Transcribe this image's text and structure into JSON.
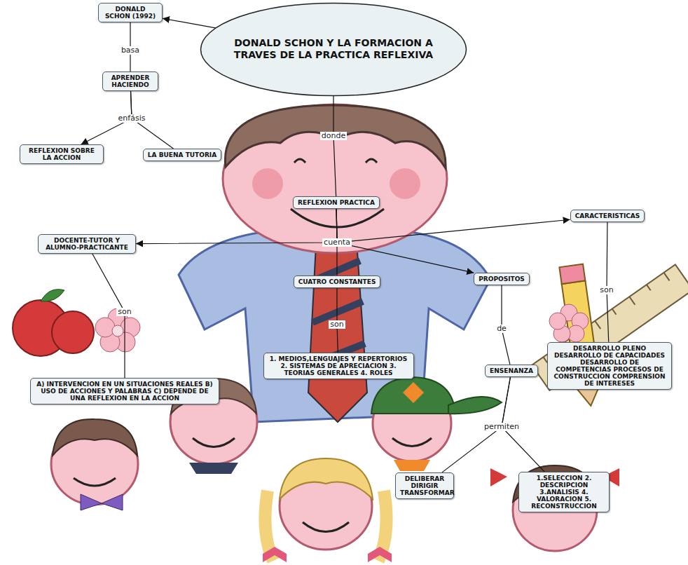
{
  "diagram": {
    "nodes": [
      {
        "text": [
          "DONALD SCHON Y LA FORMACION A TRAVES DE LA PRACTICA REFLEXIVA"
        ]
      },
      {
        "text": [
          "DONALD SCHON (1992)"
        ]
      },
      {
        "text": [
          "APRENDER HACIENDO"
        ]
      },
      {
        "text": [
          "REFLEXION SOBRE LA ACCION"
        ]
      },
      {
        "text": [
          "LA BUENA TUTORIA"
        ]
      },
      {
        "text": [
          "REFLEXION PRACTICA"
        ]
      },
      {
        "text": [
          "CARACTERISTICAS"
        ]
      },
      {
        "text": [
          "DOCENTE-TUTOR Y ALUMNO-PRACTICANTE"
        ]
      },
      {
        "text": [
          "CUATRO CONSTANTES"
        ]
      },
      {
        "text": [
          "PROPOSITOS"
        ]
      },
      {
        "text": [
          "1. MEDIOS,LENGUAJES Y REPERTORIOS 2. SISTEMAS DE APRECIACION 3. TEORIAS GENERALES 4. ROLES"
        ]
      },
      {
        "text": [
          "DESARROLLO PLENO DESARROLLO DE CAPACIDADES DESARROLLO DE COMPETENCIAS PROCESOS DE CONSTRUCCION COMPRENSION DE INTERESES"
        ]
      },
      {
        "text": [
          "ENSENANZA"
        ]
      },
      {
        "text": [
          "A) INTERVENCION EN UN SITUACIONES REALES B) USO DE ACCIONES Y PALABRAS C) DEPENDE DE UNA REFLEXION EN LA ACCION"
        ]
      },
      {
        "text": [
          "DELIBERAR DIRIGIR TRANSFORMAR"
        ]
      },
      {
        "text": [
          "1.SELECCION 2. DESCRIPCION 3.ANALISIS 4. VALORACION 5. RECONSTRUCCION"
        ]
      }
    ],
    "edges": [
      {
        "from": 0,
        "to": 1,
        "arrow": "to"
      },
      {
        "from": 1,
        "to": 2,
        "label": "basa",
        "arrow": "none"
      },
      {
        "from": 2,
        "to": 3,
        "label": "enfásis",
        "arrow": "to"
      },
      {
        "from": 2,
        "to": 4,
        "arrow": "none"
      },
      {
        "from": 0,
        "to": 5,
        "label": "donde",
        "arrow": "none"
      },
      {
        "from": 5,
        "to": 7,
        "label": "cuenta",
        "arrow": "to"
      },
      {
        "from": 5,
        "to": 6,
        "arrow": "to"
      },
      {
        "from": 5,
        "to": 9,
        "arrow": "to"
      },
      {
        "from": 5,
        "to": 8,
        "arrow": "none"
      },
      {
        "from": 7,
        "to": 13,
        "label": "son",
        "arrow": "none"
      },
      {
        "from": 8,
        "to": 10,
        "label": "son",
        "arrow": "none"
      },
      {
        "from": 6,
        "to": 11,
        "label": "son",
        "arrow": "none"
      },
      {
        "from": 9,
        "to": 12,
        "label": "de",
        "arrow": "none"
      },
      {
        "from": 12,
        "to": 14,
        "label": "permiten",
        "arrow": "none"
      },
      {
        "from": 12,
        "to": 15,
        "arrow": "none"
      }
    ]
  }
}
